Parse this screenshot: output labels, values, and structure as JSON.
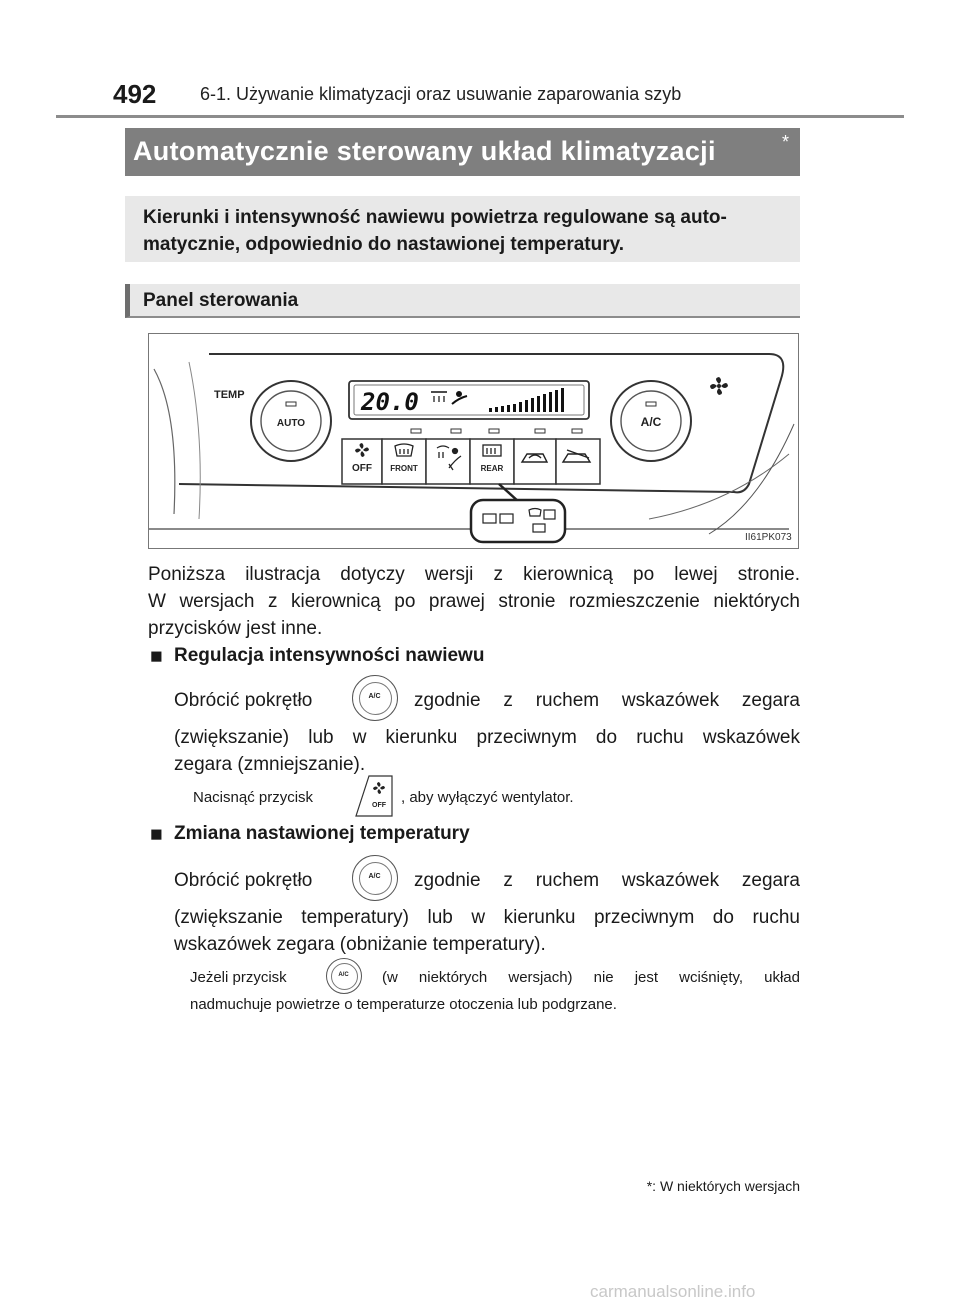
{
  "header": {
    "page_number": "492",
    "chapter_title": "6-1. Używanie klimatyzacji oraz usuwanie zaparowania szyb"
  },
  "section": {
    "title": "Automatycznie sterowany układ klimatyzacji",
    "title_marker": "*",
    "intro": "Kierunki i intensywność nawiewu powietrza regulowane są auto-matycznie, odpowiednio do nastawionej temperatury."
  },
  "panel": {
    "heading": "Panel sterowania",
    "figure": {
      "code": "II61PK073",
      "temp_label": "TEMP",
      "display_temp": "20.0",
      "auto_label": "AUTO",
      "ac_label": "A/C",
      "buttons": [
        "OFF",
        "FRONT",
        "",
        "REAR",
        "",
        ""
      ]
    },
    "note_line1": "Poniższa ilustracja dotyczy wersji z kierownicą po lewej stronie.",
    "note_line2": "W wersjach z kierownicą po prawej stronie rozmieszczenie niektórych",
    "note_line3": "przycisków jest inne."
  },
  "fan_section": {
    "bullet": "■",
    "heading": "Regulacja intensywności nawiewu",
    "line1_a": "Obrócić pokrętło",
    "line1_b": "zgodnie z ruchem wskazówek zegara",
    "line2": "(zwiększanie) lub w kierunku przeciwnym do ruchu wskazówek",
    "line3": "zegara (zmniejszanie).",
    "sub_a": "Nacisnąć przycisk",
    "sub_b": ", aby wyłączyć wentylator.",
    "knob_label": "A/C",
    "off_label": "OFF"
  },
  "temp_section": {
    "bullet": "■",
    "heading": "Zmiana nastawionej temperatury",
    "line1_a": "Obrócić pokrętło",
    "line1_b": "zgodnie z ruchem wskazówek zegara",
    "line2": "(zwiększanie temperatury) lub w kierunku przeciwnym do ruchu",
    "line3": "wskazówek zegara (obniżanie temperatury).",
    "sub_a": "Jeżeli przycisk",
    "sub_b": "(w niektórych wersjach) nie jest wciśnięty, układ",
    "sub_c": "nadmuchuje powietrze o temperaturze otoczenia lub podgrzane.",
    "knob_label": "A/C"
  },
  "footnote": "*: W niektórych wersjach",
  "watermark": "carmanualsonline.info"
}
